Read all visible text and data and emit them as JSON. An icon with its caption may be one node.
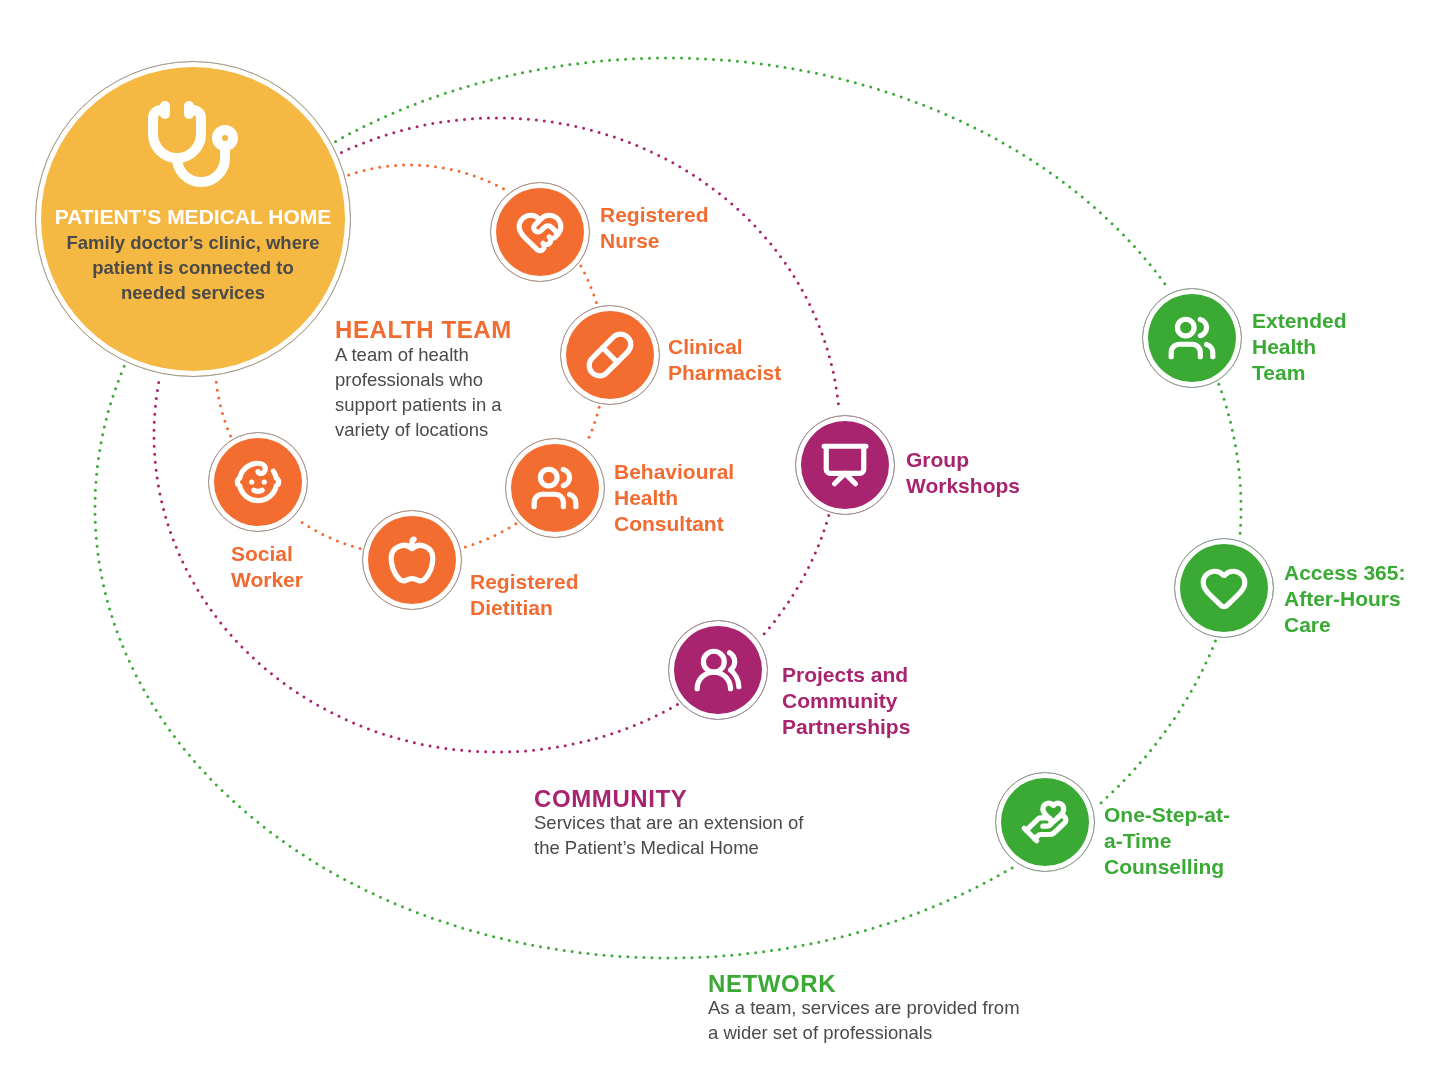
{
  "diagram": {
    "nodes": [
      {
        "text": [
          "PATIENT’S MEDICAL HOME",
          "Family doctor’s clinic, where patient is connected to needed services"
        ]
      },
      {
        "text": [],
        "shape": "circle",
        "beside": [
          "Registered Nurse"
        ]
      },
      {
        "text": [],
        "shape": "circle",
        "beside": [
          "Clinical Pharmacist"
        ]
      },
      {
        "text": [],
        "shape": "circle",
        "beside": [
          "Behavioural Health Consultant"
        ]
      },
      {
        "text": [],
        "shape": "circle",
        "beside": [
          "Registered Dietitian"
        ]
      },
      {
        "text": [],
        "shape": "circle",
        "beside": [
          "Social Worker"
        ]
      },
      {
        "text": [],
        "shape": "circle",
        "beside": [
          "Group Workshops"
        ]
      },
      {
        "text": [],
        "shape": "circle",
        "beside": [
          "Projects and Community Partnerships"
        ]
      },
      {
        "text": [],
        "shape": "circle",
        "beside": [
          "Extended Health Team"
        ]
      },
      {
        "text": [],
        "shape": "circle",
        "beside": [
          "Access 365: After-Hours Care"
        ]
      },
      {
        "text": [],
        "shape": "circle",
        "beside": [
          "One-Step-at-a-Time Counselling"
        ]
      }
    ],
    "edges": [
      {
        "from": 0,
        "to": 1,
        "arrow": "none",
        "color": "#f26b30"
      },
      {
        "from": 1,
        "to": 2,
        "arrow": "none",
        "color": "#f26b30"
      },
      {
        "from": 2,
        "to": 3,
        "arrow": "none",
        "color": "#f26b30"
      },
      {
        "from": 3,
        "to": 4,
        "arrow": "none",
        "color": "#f26b30"
      },
      {
        "from": 4,
        "to": 5,
        "arrow": "none",
        "color": "#f26b30"
      },
      {
        "from": 5,
        "to": 0,
        "arrow": "none",
        "color": "#f26b30"
      },
      {
        "from": 0,
        "to": 6,
        "arrow": "none",
        "color": "#a8246f"
      },
      {
        "from": 6,
        "to": 7,
        "arrow": "none",
        "color": "#a8246f"
      },
      {
        "from": 7,
        "to": 0,
        "arrow": "none",
        "color": "#a8246f"
      },
      {
        "from": 0,
        "to": 8,
        "arrow": "none",
        "color": "#3aaa35"
      },
      {
        "from": 8,
        "to": 9,
        "arrow": "none",
        "color": "#3aaa35"
      },
      {
        "from": 9,
        "to": 10,
        "arrow": "none",
        "color": "#3aaa35"
      },
      {
        "from": 10,
        "to": 0,
        "arrow": "none",
        "color": "#3aaa35"
      }
    ],
    "labels": [
      "HEALTH TEAM",
      "A team of health professionals who support patients in a variety of locations",
      "COMMUNITY",
      "Services that are an extension of the Patient’s Medical Home",
      "NETWORK",
      "As a team, services are provided from a wider set of professionals"
    ]
  }
}
